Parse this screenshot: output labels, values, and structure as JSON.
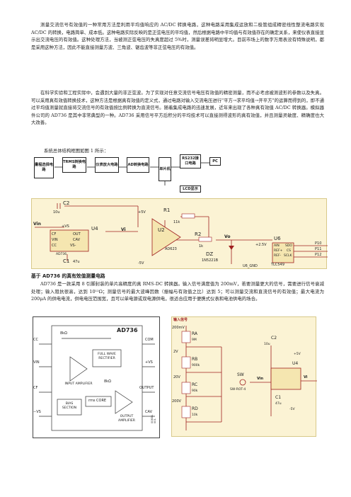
{
  "paragraphs": {
    "p1": "测量交流信号有效值的一种常用方法是利用平均值响应的 AC/DC 转换电路，这种电路采用集成运放和二极管组成精密线性整流电路实现 AC/DC 的转换，电路简单、成本低。这种电路实际反映的是正弦电压的平均值，然后根据电路中平均值与有效值存在的确定关系，来使仪表直接显示出交流电压的有效值。这种处理方法，当被测正弦电压的失真度超过 5%时，测量误差将明显增大。目前市场上的数字万用表没有特殊说明，都是采用这种方法，因此不能直接测量方波、三角波、锯齿波等非正弦电压的有效值。",
    "p2": "在科学实验和工程实际中，会遇到大量的非正弦波。为了实现对任意交流信号电压有效值的精密测量，而不必考虑被测波形的参数以及失真。可以采用真有效值转换技术，这种方法是根据真有效值的定义式，通过电路对输入交流电压进行\"平方→求平均值→开平方\"的运算而得到的，即不通过平均值测量就直接将交流信号的有效值按比例转换为直流信号。随着集成电路的迅速发展，近年来出现了各种真有效值 AC/DC 转换器。模拟器件公司的 AD736 是其中非常典型的一种。AD736 采用信号平方后积分的平均技术可以直接测得波形的真有效值，并且测量灵敏度、精确度也大大改善。",
    "p3": "系统总体结构框图如图 1 所示：",
    "heading": "基于 AD736 的真有效值测量电路",
    "p4": "AD736 是一款采用 8 引脚封装的单片高精度的真 RMS-DC 转换器。输入信号满度值为 200mV，若要测量更大的信号，需要进行信号衰减处理；输入阻抗很高，达到 10¹²Ω；测量信号的最大波峰因数（振幅与有效值之比）达到 5；可以测量交流和直流信号的有效值；最大电流为 200μA 的供电电流，供电电压范围宽，且可以单电源或双电源供电，很适合应用于便携式仪表和电池供电的场合。"
  },
  "block_diagram": {
    "blocks": [
      "量程选择电路",
      "TRMS转换电路",
      "仪表放大电路",
      "AD转换电路",
      "单片机",
      "RS232接口电路",
      "PC",
      "LCD显示"
    ]
  },
  "circuit1": {
    "labels": {
      "c2": "C2",
      "c2_val": "10u",
      "u4": "U4",
      "vin": "Vin",
      "cf": "CF",
      "vin_pin": "VIN",
      "cc": "CC",
      "out": "OUT",
      "cav": "CAV",
      "vs_minus": "VS-",
      "vs_plus": "+VS",
      "ad736": "AD736",
      "c1": "C1",
      "c1_val": "47u",
      "plus5v": "+5V",
      "minus5v": "-5V",
      "vi": "Vi",
      "r1": "R1",
      "r1_val": "11k",
      "u2": "U2",
      "ad623": "AD623",
      "r2": "R2",
      "r2_val": "1k",
      "vo": "Vo",
      "dz": "DZ",
      "dz_val": "1N5221B",
      "u6": "U6",
      "v25": "+2.5V",
      "ain": "AIN",
      "ref_p": "REF+",
      "ref_m": "REF-",
      "sdo": "SDO",
      "cs": "CS",
      "sclk": "SCLK",
      "p10": "P10",
      "p11": "P11",
      "p12": "P12",
      "tlc549": "TLC549",
      "gnd": "U6_GND"
    }
  },
  "ad736_diagram": {
    "title": "AD736",
    "r8k_top": "8kΩ",
    "cc": "CC",
    "vin": "VIN",
    "cf": "CF",
    "vs_neg": "−VS",
    "com": "COM",
    "vs_pos": "+VS",
    "output": "OUTPUT",
    "cav": "CAV",
    "full_wave": "FULL WAVE RECTIFIER",
    "input_amp": "INPUT AMPLIFIER",
    "bias": "BIAS SECTION",
    "rms_core": "rms CORE",
    "r8k_mid": "8kΩ",
    "output_amp": "OUTPUT AMPLIFIER",
    "fig_id": "00834-001"
  },
  "circuit2": {
    "input_label": "输入信号",
    "r200mv": "200mV",
    "ra": "RA",
    "ra_val": "9M",
    "r2v": "2V",
    "rb": "RB",
    "rb_val": "900k",
    "r20v": "20V",
    "rc": "RC",
    "rc_val": "90k",
    "r200v": "200V",
    "rd": "RD",
    "rd_val": "10k",
    "sw": "SW",
    "sw_val": "SW-ROT-4",
    "vin": "Vin",
    "c2": "C2",
    "c2_val": "10u",
    "u4": "U4",
    "vi": "Vi",
    "c1": "C1",
    "c1_val": "47u",
    "plus5v": "+5V",
    "minus5v": "-5V"
  }
}
